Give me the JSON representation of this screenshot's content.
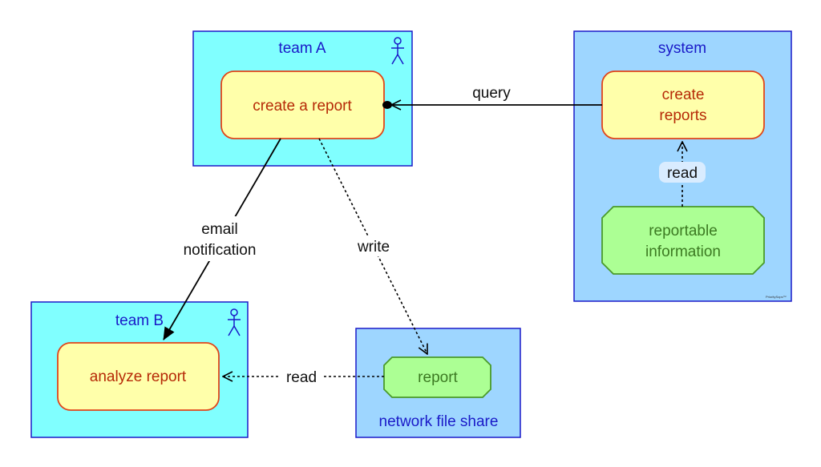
{
  "colors": {
    "actor_fill": "#80ffff",
    "system_fill": "#9ed6ff",
    "container_stroke": "#1a1ac8",
    "container_text": "#1a1ac8",
    "process_fill": "#ffffaa",
    "process_stroke": "#e0461b",
    "process_text": "#b62a07",
    "data_fill": "#acff94",
    "data_stroke": "#4a9a2a",
    "data_text": "#3c7a22",
    "edge": "#000000",
    "label_bg": "#d9ecff"
  },
  "containers": {
    "team_a": {
      "title": "team A",
      "kind": "actor",
      "icon": "stick-figure-icon"
    },
    "team_b": {
      "title": "team B",
      "kind": "actor",
      "icon": "stick-figure-icon"
    },
    "system": {
      "title": "system",
      "kind": "system"
    },
    "file_share": {
      "title": "network file share",
      "kind": "system"
    }
  },
  "nodes": {
    "create_a_report": {
      "lines": [
        "create a report"
      ],
      "shape": "process"
    },
    "create_reports": {
      "lines": [
        "create",
        "reports"
      ],
      "shape": "process"
    },
    "reportable_information": {
      "lines": [
        "reportable",
        "information"
      ],
      "shape": "data"
    },
    "analyze_report": {
      "lines": [
        "analyze report"
      ],
      "shape": "process"
    },
    "report": {
      "lines": [
        "report"
      ],
      "shape": "data"
    }
  },
  "edges": {
    "query": {
      "lines": [
        "query"
      ],
      "style": "solid"
    },
    "email_notification": {
      "lines": [
        "email",
        "notification"
      ],
      "style": "solid"
    },
    "write": {
      "lines": [
        "write"
      ],
      "style": "dotted"
    },
    "read_system": {
      "lines": [
        "read"
      ],
      "style": "dotted"
    },
    "read_share": {
      "lines": [
        "read"
      ],
      "style": "dotted"
    }
  },
  "watermark": "PrioritySops™"
}
